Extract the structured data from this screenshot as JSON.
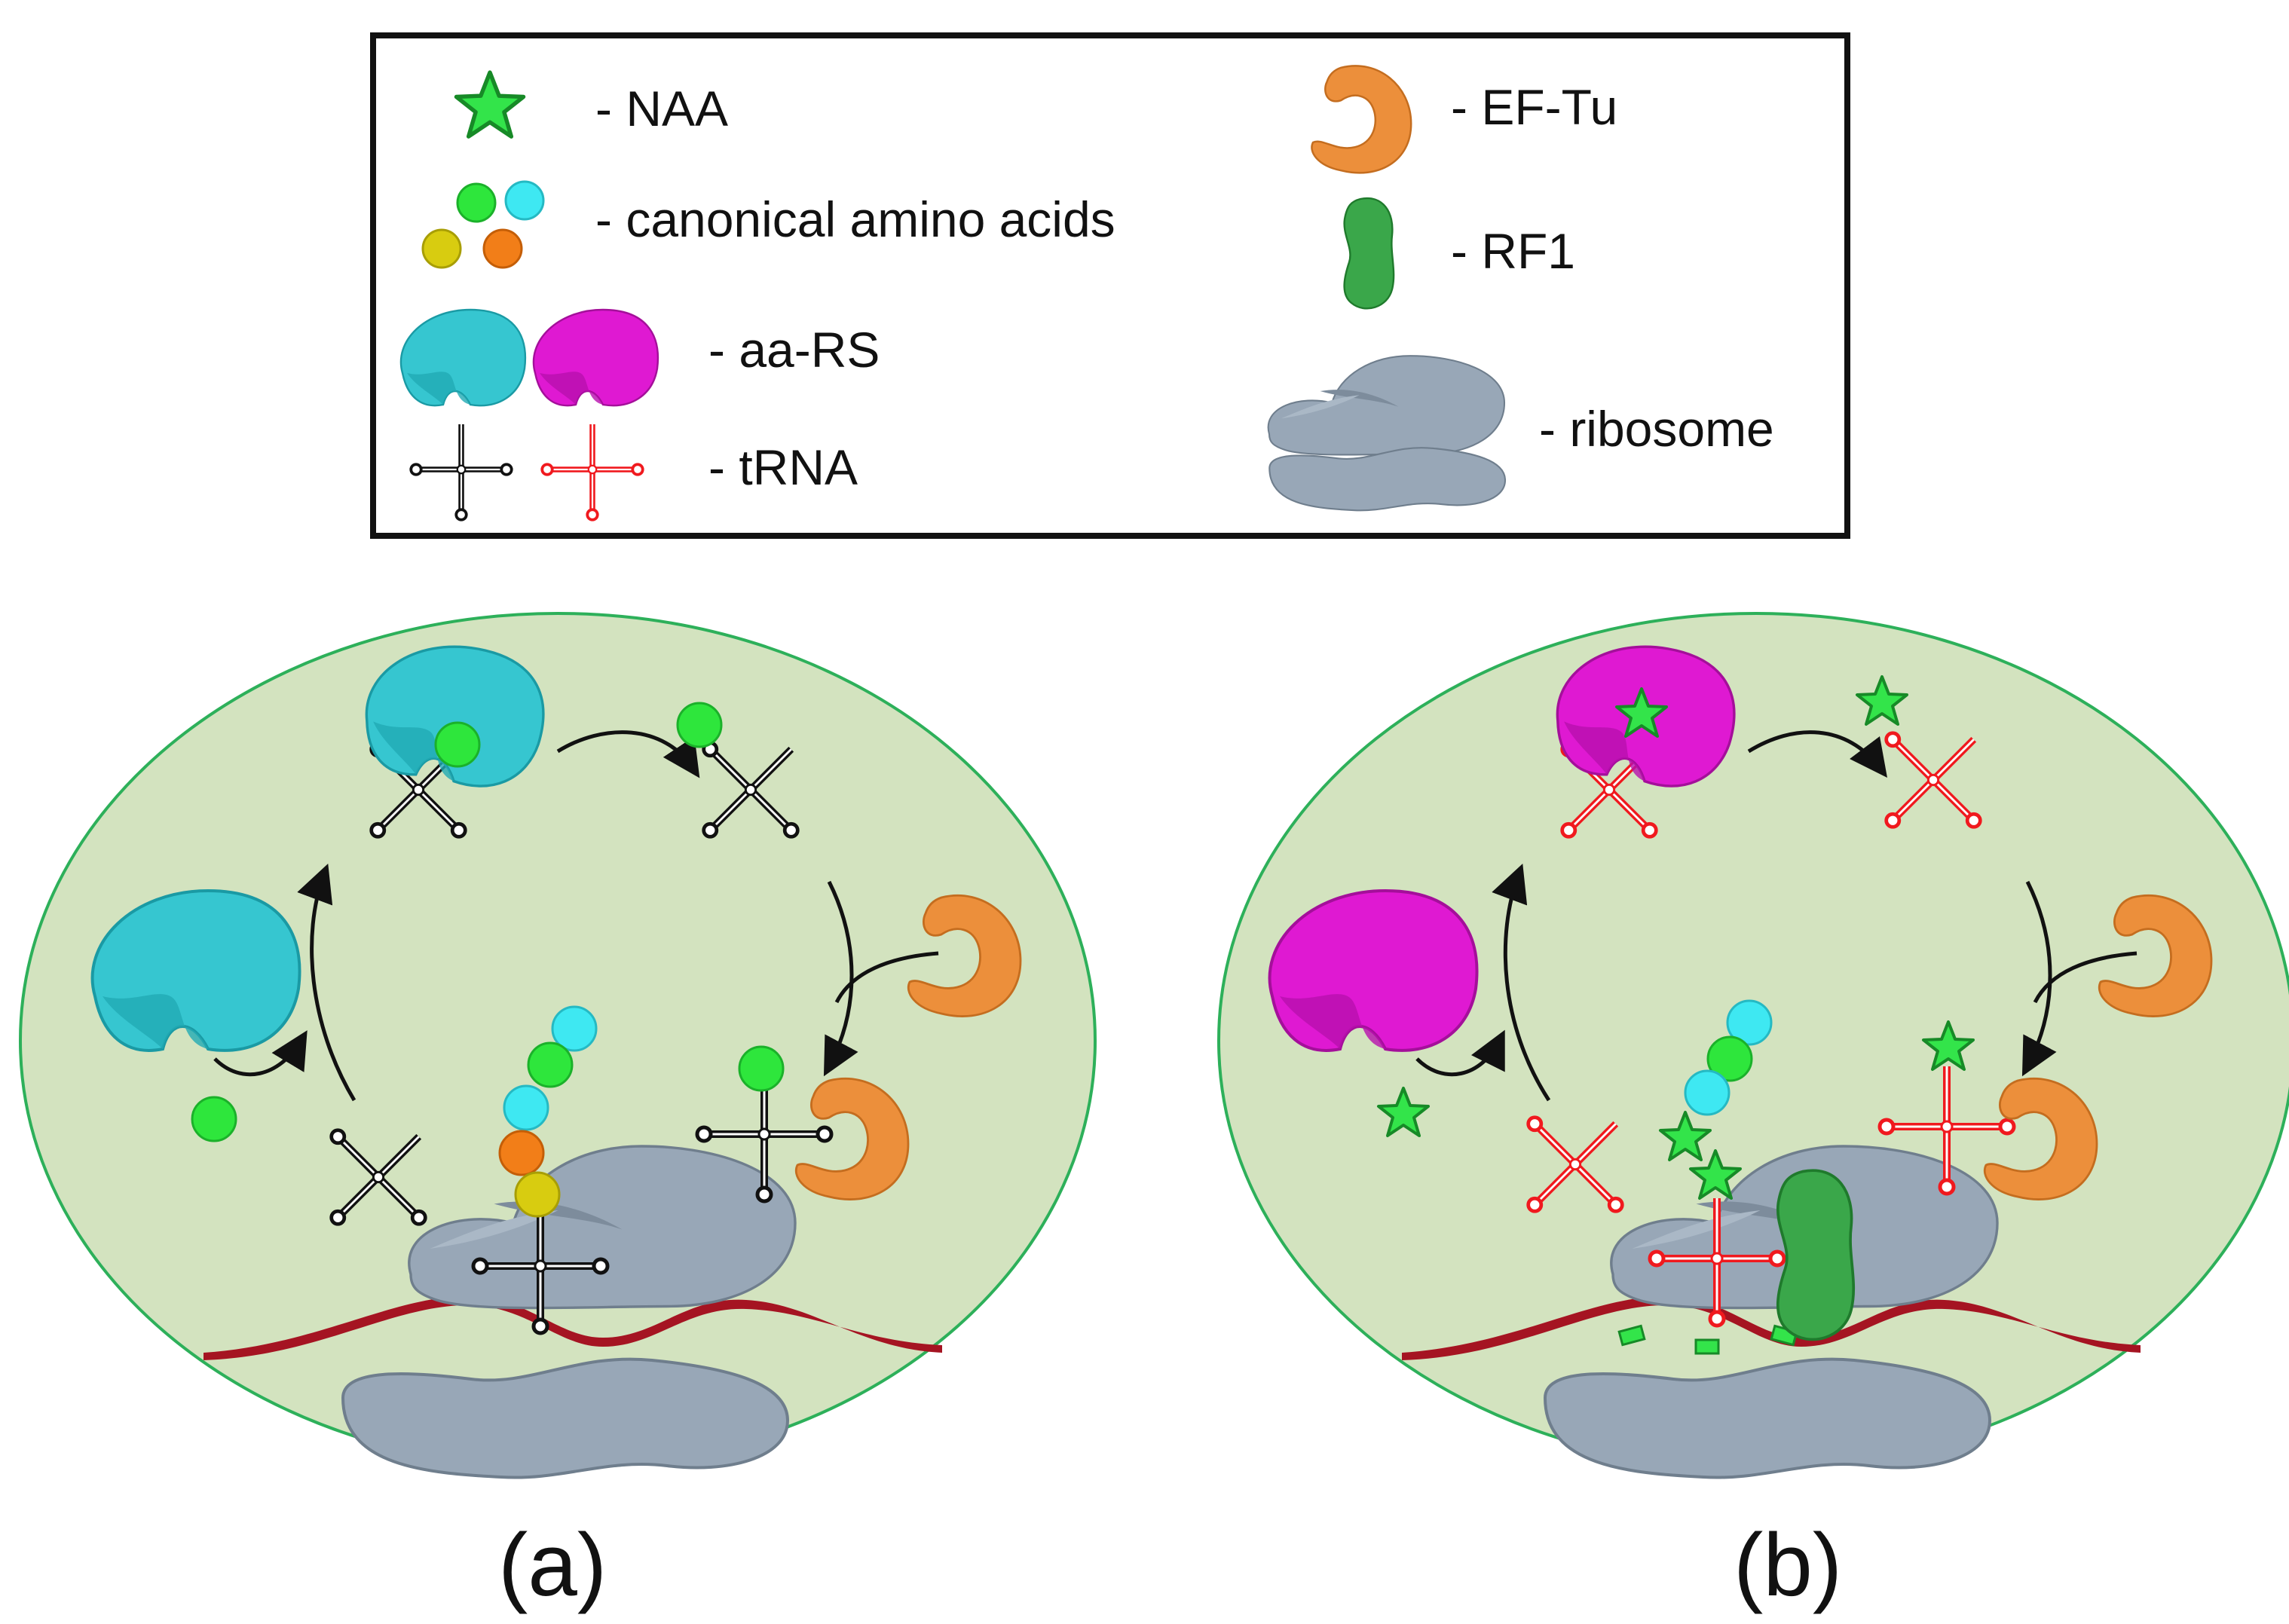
{
  "legend": {
    "items": [
      {
        "symbol": "star-icon",
        "label": "- NAA"
      },
      {
        "symbol": "amino-acids-icon",
        "label": "- canonical amino acids"
      },
      {
        "symbol": "aa-rs-icon",
        "label": "- aa-RS"
      },
      {
        "symbol": "trna-icon",
        "label": "- tRNA"
      },
      {
        "symbol": "ef-tu-icon",
        "label": "- EF-Tu"
      },
      {
        "symbol": "rf1-icon",
        "label": "- RF1"
      },
      {
        "symbol": "ribosome-icon",
        "label": "- ribosome"
      }
    ]
  },
  "panels": [
    {
      "label": "(a)"
    },
    {
      "label": "(b)"
    }
  ],
  "colors": {
    "cell": "#d3e3bf",
    "cell_border": "#2db05a",
    "cyan_enzyme": "#36c6d0",
    "magenta_enzyme": "#df19d2",
    "ef_tu": "#ec8f3b",
    "rf1": "#3aa74a",
    "ribosome": "#98a7b7",
    "mrna": "#a51422",
    "trna_canonical": "#111111",
    "trna_ncaa": "#f0191e",
    "naa_star": "#33e44a",
    "aa_green": "#2ee63c",
    "aa_cyan": "#3ee8f2",
    "aa_yellow": "#d8cc10",
    "aa_orange": "#f27e18"
  }
}
